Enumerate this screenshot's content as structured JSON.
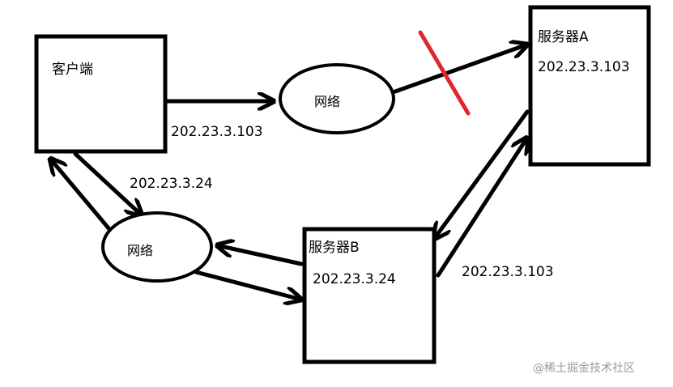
{
  "nodes": {
    "client": {
      "label": "客户端"
    },
    "network_top": {
      "label": "网络"
    },
    "network_bottom": {
      "label": "网络"
    },
    "server_a": {
      "label": "服务器A",
      "ip": "202.23.3.103"
    },
    "server_b": {
      "label": "服务器B",
      "ip": "202.23.3.24"
    }
  },
  "edge_labels": {
    "client_to_network_top": "202.23.3.103",
    "client_to_network_bottom": "202.23.3.24",
    "server_b_to_server_a": "202.23.3.103"
  },
  "watermark": "@稀土掘金技术社区",
  "colors": {
    "line": "#000000",
    "blocked_marker": "#e0252b",
    "watermark": "#9a9a9a"
  }
}
